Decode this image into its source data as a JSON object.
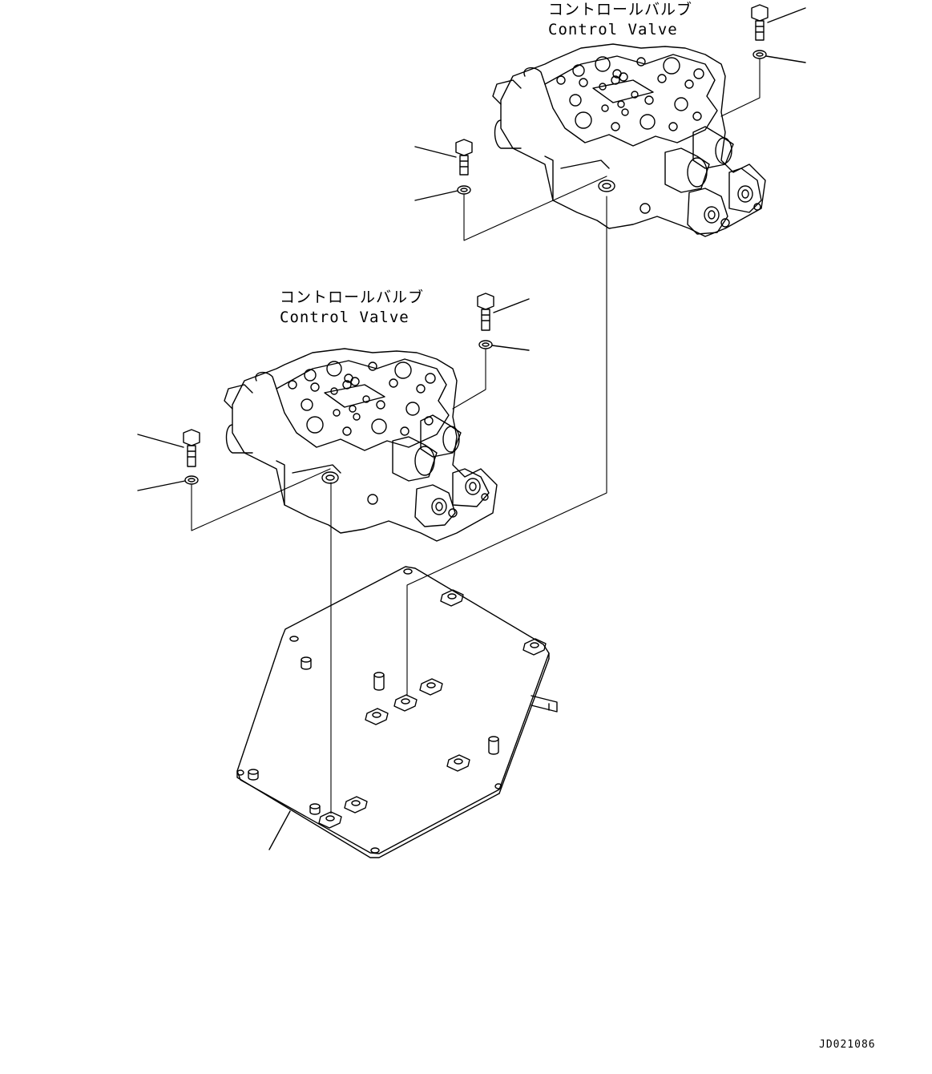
{
  "labels": {
    "valve_upper_jp": "コントロールバルブ",
    "valve_upper_en": "Control Valve",
    "valve_lower_jp": "コントロールバルブ",
    "valve_lower_en": "Control Valve"
  },
  "drawing_code": "JD021086",
  "colors": {
    "line": "#000000",
    "background": "#ffffff"
  }
}
